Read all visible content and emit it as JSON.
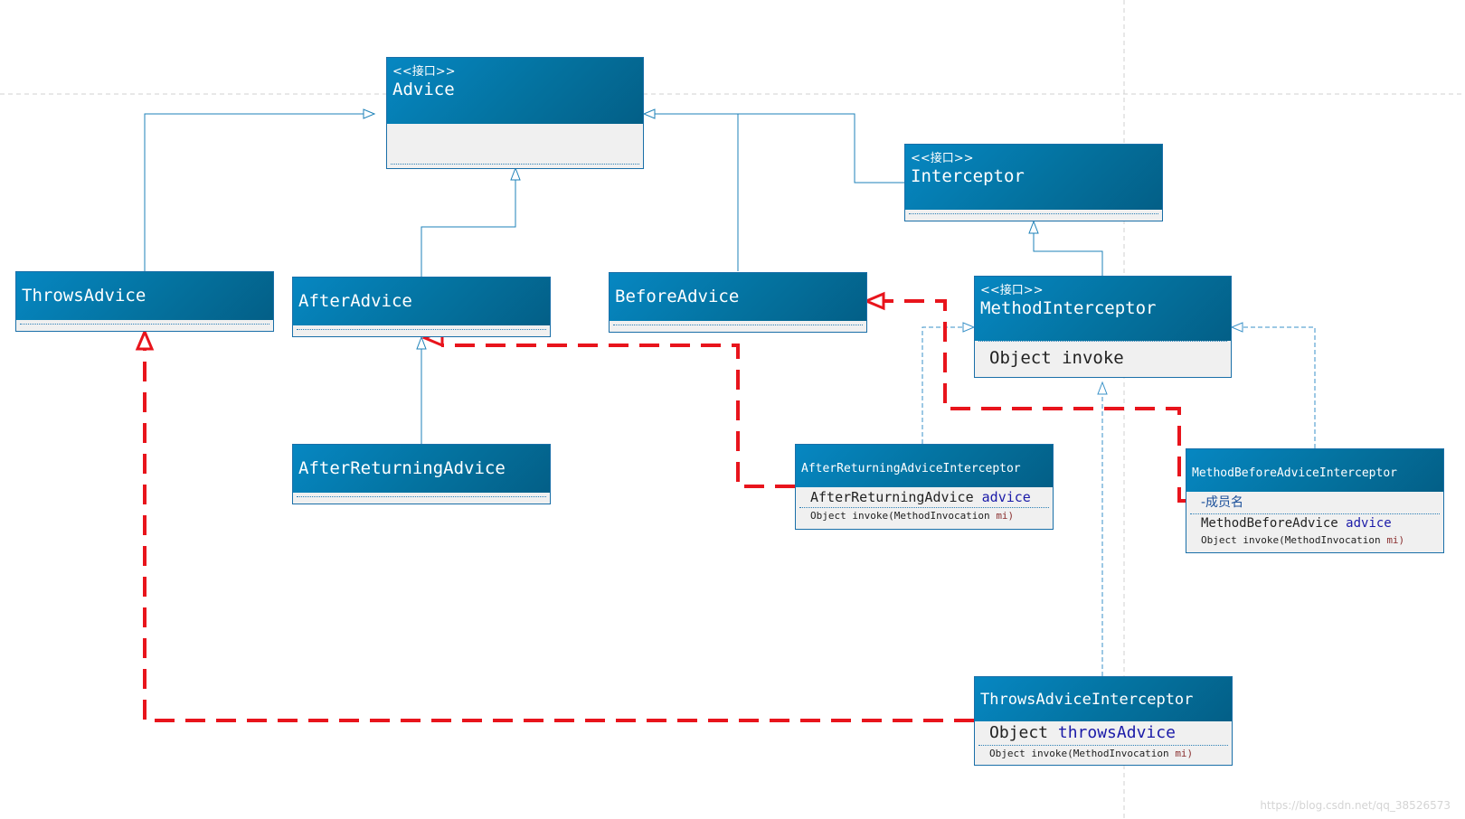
{
  "stereotype": "<<接口>>",
  "classes": {
    "advice": {
      "name": "Advice"
    },
    "interceptor": {
      "name": "Interceptor"
    },
    "throws_advice": {
      "name": "ThrowsAdvice"
    },
    "after_advice": {
      "name": "AfterAdvice"
    },
    "before_advice": {
      "name": "BeforeAdvice"
    },
    "method_interceptor": {
      "name": "MethodInterceptor",
      "member": "Object invoke"
    },
    "after_returning_advice": {
      "name": "AfterReturningAdvice"
    },
    "after_returning_advice_interceptor": {
      "name": "AfterReturningAdviceInterceptor",
      "field_type": "AfterReturningAdvice",
      "field_name": "advice",
      "method": "Object invoke(MethodInvocation",
      "method_param": "mi)"
    },
    "method_before_advice_interceptor": {
      "name": "MethodBeforeAdviceInterceptor",
      "section_label": "-成员名",
      "field_type": "MethodBeforeAdvice",
      "field_name": "advice",
      "method": "Object invoke(MethodInvocation",
      "method_param": "mi)"
    },
    "throws_advice_interceptor": {
      "name": "ThrowsAdviceInterceptor",
      "field_type": "Object",
      "field_name": "throwsAdvice",
      "method": "Object invoke(MethodInvocation",
      "method_param": "mi)"
    }
  },
  "colors": {
    "header": "#0479ad",
    "inheritance_line": "#1e82b8",
    "realization_line": "#3a92c8",
    "highlight_line": "#e8141c",
    "guide_line": "#c8c8c8"
  },
  "watermark": "https://blog.csdn.net/qq_38526573"
}
